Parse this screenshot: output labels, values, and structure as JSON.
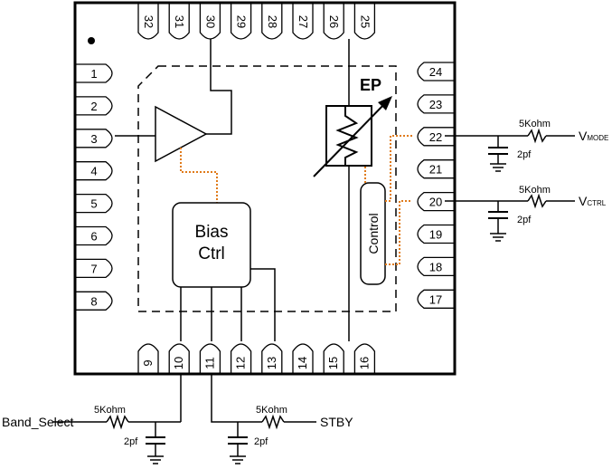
{
  "package": {
    "top_pins": [
      "32",
      "31",
      "30",
      "29",
      "28",
      "27",
      "26",
      "25"
    ],
    "left_pins": [
      "1",
      "2",
      "3",
      "4",
      "5",
      "6",
      "7",
      "8"
    ],
    "right_pins": [
      "24",
      "23",
      "22",
      "21",
      "20",
      "19",
      "18",
      "17"
    ],
    "bottom_pins": [
      "9",
      "10",
      "11",
      "12",
      "13",
      "14",
      "15",
      "16"
    ],
    "exposed_pad_label": "EP"
  },
  "blocks": {
    "bias_line1": "Bias",
    "bias_line2": "Ctrl",
    "control": "Control"
  },
  "external": {
    "mode": {
      "resistor": "5Kohm",
      "cap": "2pf",
      "label": "V",
      "label_sub": "MODE"
    },
    "ctrl": {
      "resistor": "5Kohm",
      "cap": "2pf",
      "label": "V",
      "label_sub": "CTRL"
    },
    "band": {
      "resistor": "5Kohm",
      "cap": "2pf",
      "label": "Band_Select"
    },
    "stby": {
      "resistor": "5Kohm",
      "cap": "2pf",
      "label": "STBY"
    }
  },
  "colors": {
    "outline": "#000000",
    "control_link": "#e07b1a"
  }
}
